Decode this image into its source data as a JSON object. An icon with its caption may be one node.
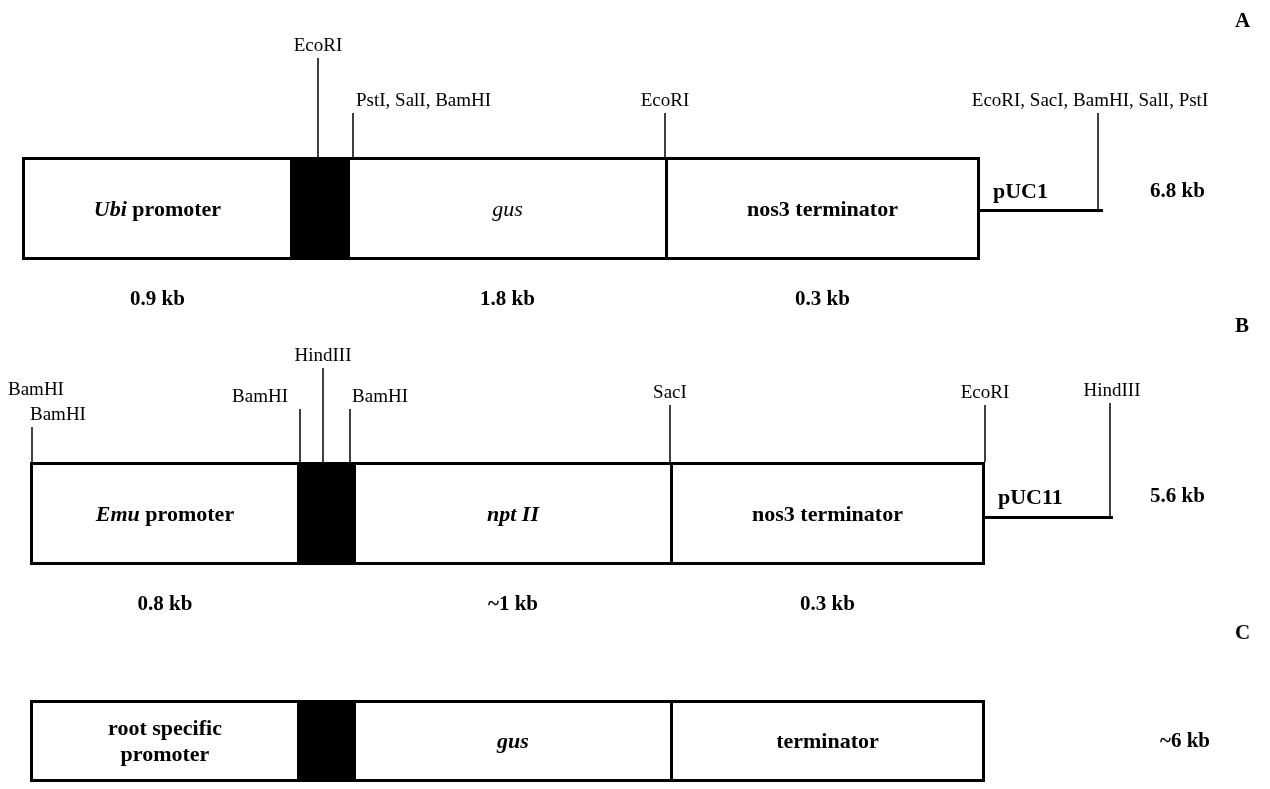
{
  "diagram": {
    "nodes": [
      {
        "text": [
          "EcoRI"
        ]
      },
      {
        "text": [
          "PstI, SalI, BamHI"
        ]
      },
      {
        "text": [
          "EcoRI"
        ]
      },
      {
        "text": [
          "EcoRI, SacI, BamHI, SalI, PstI"
        ]
      },
      {
        "text": [
          "*Ubi* promoter"
        ],
        "beside": [
          "0.9 kb"
        ]
      },
      {
        "text": [],
        "shape": "box"
      },
      {
        "text": [
          "*gus*"
        ],
        "beside": [
          "1.8 kb"
        ]
      },
      {
        "text": [
          "nos3 terminator"
        ],
        "beside": [
          "0.3 kb"
        ]
      },
      {
        "text": [
          "pUC1"
        ]
      },
      {
        "text": [
          "HindIII"
        ]
      },
      {
        "text": [
          "BamHI"
        ]
      },
      {
        "text": [
          "BamHI"
        ]
      },
      {
        "text": [
          "BamHI"
        ]
      },
      {
        "text": [
          "SacI"
        ]
      },
      {
        "text": [
          "EcoRI"
        ]
      },
      {
        "text": [
          "HindIII"
        ]
      },
      {
        "text": [
          "*Emu* promoter"
        ],
        "beside": [
          "0.8 kb"
        ]
      },
      {
        "text": [],
        "shape": "box"
      },
      {
        "text": [
          "*npt II*"
        ],
        "beside": [
          "~1 kb"
        ]
      },
      {
        "text": [
          "nos3 terminator"
        ],
        "beside": [
          "0.3 kb"
        ]
      },
      {
        "text": [
          "pUC11"
        ]
      },
      {
        "text": [
          "root specific promoter"
        ]
      },
      {
        "text": [],
        "shape": "box"
      },
      {
        "text": [
          "*gus*"
        ]
      },
      {
        "text": [
          "terminator"
        ]
      }
    ],
    "edges": [
      {
        "from": 0,
        "to": 5,
        "arrow": "none"
      },
      {
        "from": 1,
        "to": 6,
        "arrow": "none"
      },
      {
        "from": 2,
        "to": 7,
        "arrow": "none"
      },
      {
        "from": 3,
        "to": 8,
        "arrow": "none"
      },
      {
        "from": 10,
        "to": 16,
        "arrow": "none"
      },
      {
        "from": 9,
        "to": 17,
        "arrow": "none"
      },
      {
        "from": 11,
        "to": 17,
        "arrow": "none"
      },
      {
        "from": 12,
        "to": 17,
        "arrow": "none"
      },
      {
        "from": 13,
        "to": 19,
        "arrow": "none"
      },
      {
        "from": 14,
        "to": 19,
        "arrow": "none"
      },
      {
        "from": 15,
        "to": 20,
        "arrow": "none"
      }
    ],
    "labels": [
      "A",
      "6.8 kb",
      "B",
      "BamHI",
      "5.6 kb",
      "C",
      "~6 kb"
    ]
  }
}
